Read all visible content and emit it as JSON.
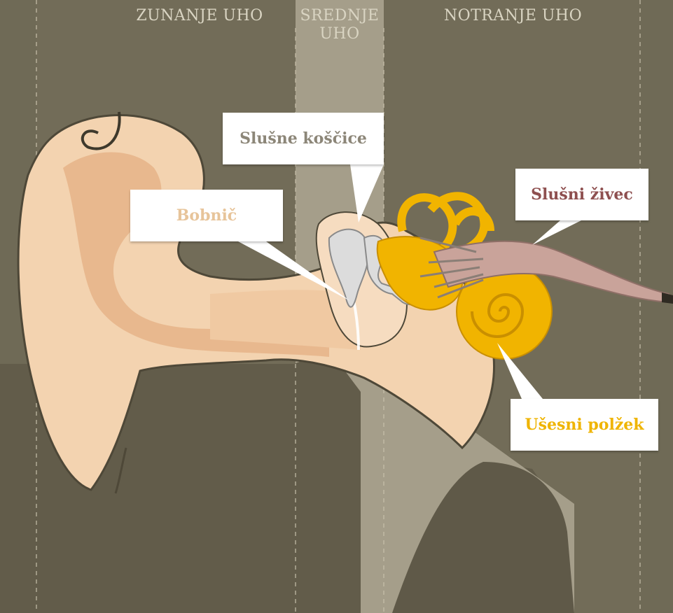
{
  "sections": {
    "outer": "ZUNANJE UHO",
    "middle": "SREDNJE UHO",
    "inner": "NOTRANJE UHO"
  },
  "labels": {
    "ossicles": "Slušne koščice",
    "eardrum": "Bobnič",
    "nerve": "Slušni živec",
    "cochlea": "Ušesni polžek"
  },
  "colors": {
    "background": "#6f6a56",
    "band_outer": "#76705c",
    "band_middle": "#a39c88",
    "skin": "#f3d3b0",
    "skin_shadow": "#e8b88e",
    "cochlea": "#f1b400",
    "nerve": "#c9a39a",
    "ossicles": "#dcdcdc",
    "eardrum_label": "#e7c49a",
    "ossicles_label": "#8c8678",
    "nerve_label": "#8e4f4f",
    "cochlea_label": "#efb400"
  }
}
